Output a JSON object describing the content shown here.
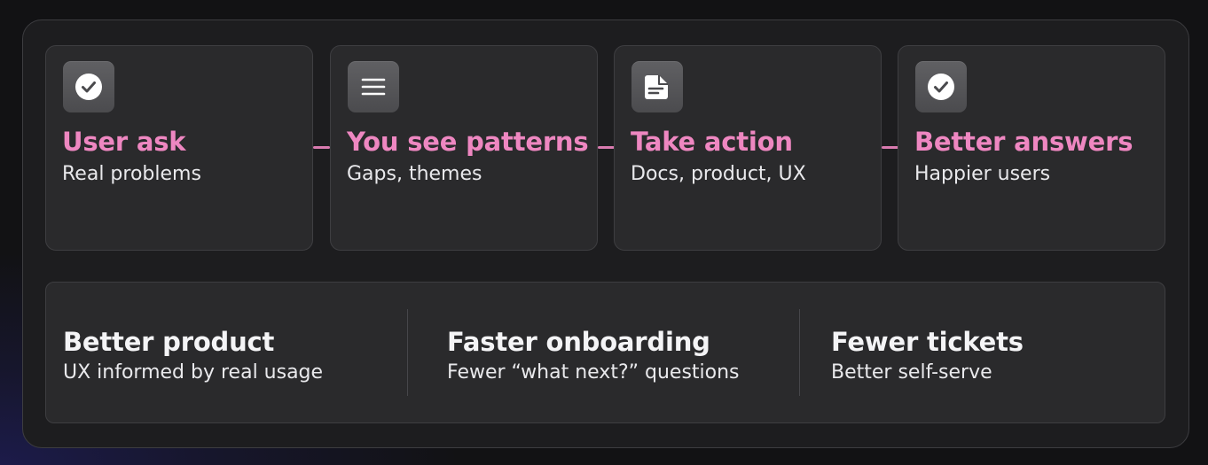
{
  "steps": [
    {
      "icon": "check-circle-icon",
      "title": "User ask",
      "subtitle": "Real problems"
    },
    {
      "icon": "menu-lines-icon",
      "title": "You see patterns",
      "subtitle": "Gaps, themes"
    },
    {
      "icon": "document-icon",
      "title": "Take action",
      "subtitle": "Docs, product, UX"
    },
    {
      "icon": "check-circle-icon",
      "title": "Better answers",
      "subtitle": "Happier users"
    }
  ],
  "benefits": [
    {
      "title": "Better product",
      "subtitle": "UX informed by real usage"
    },
    {
      "title": "Faster onboarding",
      "subtitle": "Fewer “what next?” questions"
    },
    {
      "title": "Fewer tickets",
      "subtitle": "Better self-serve"
    }
  ],
  "colors": {
    "accent": "#ee87c1",
    "connector": "#d97bb0",
    "card": "#2a2a2c",
    "panel": "#1d1d1f",
    "text": "#e9e9ec"
  }
}
